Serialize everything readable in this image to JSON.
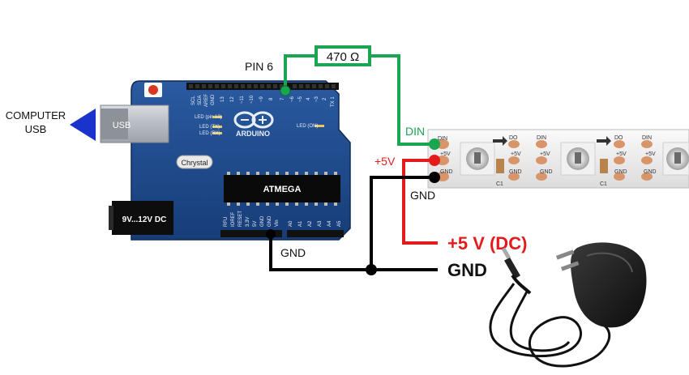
{
  "labels": {
    "computer": "COMPUTER",
    "usb": "USB",
    "usb_port": "USB",
    "pin6": "PIN 6",
    "resistor": "470 Ω",
    "din": "DIN",
    "plus5v": "+5V",
    "gnd_strip": "GND",
    "gnd_arduino": "GND",
    "supply_plus": "+5 V (DC)",
    "supply_gnd": "GND",
    "power_jack": "9V...12V DC",
    "crystal": "Chrystal",
    "atmega": "ATMEGA",
    "arduino_logo": "ARDUINO"
  },
  "strip": {
    "din": "DIN",
    "do": "DO",
    "plus5v": "+5V",
    "gnd": "GND",
    "cap": "C1"
  },
  "colors": {
    "board": "#1f4b8c",
    "signal_wire": "#1aa651",
    "power_wire": "#e31b1b",
    "ground_wire": "#000000",
    "usb_arrow": "#1a33cc"
  }
}
